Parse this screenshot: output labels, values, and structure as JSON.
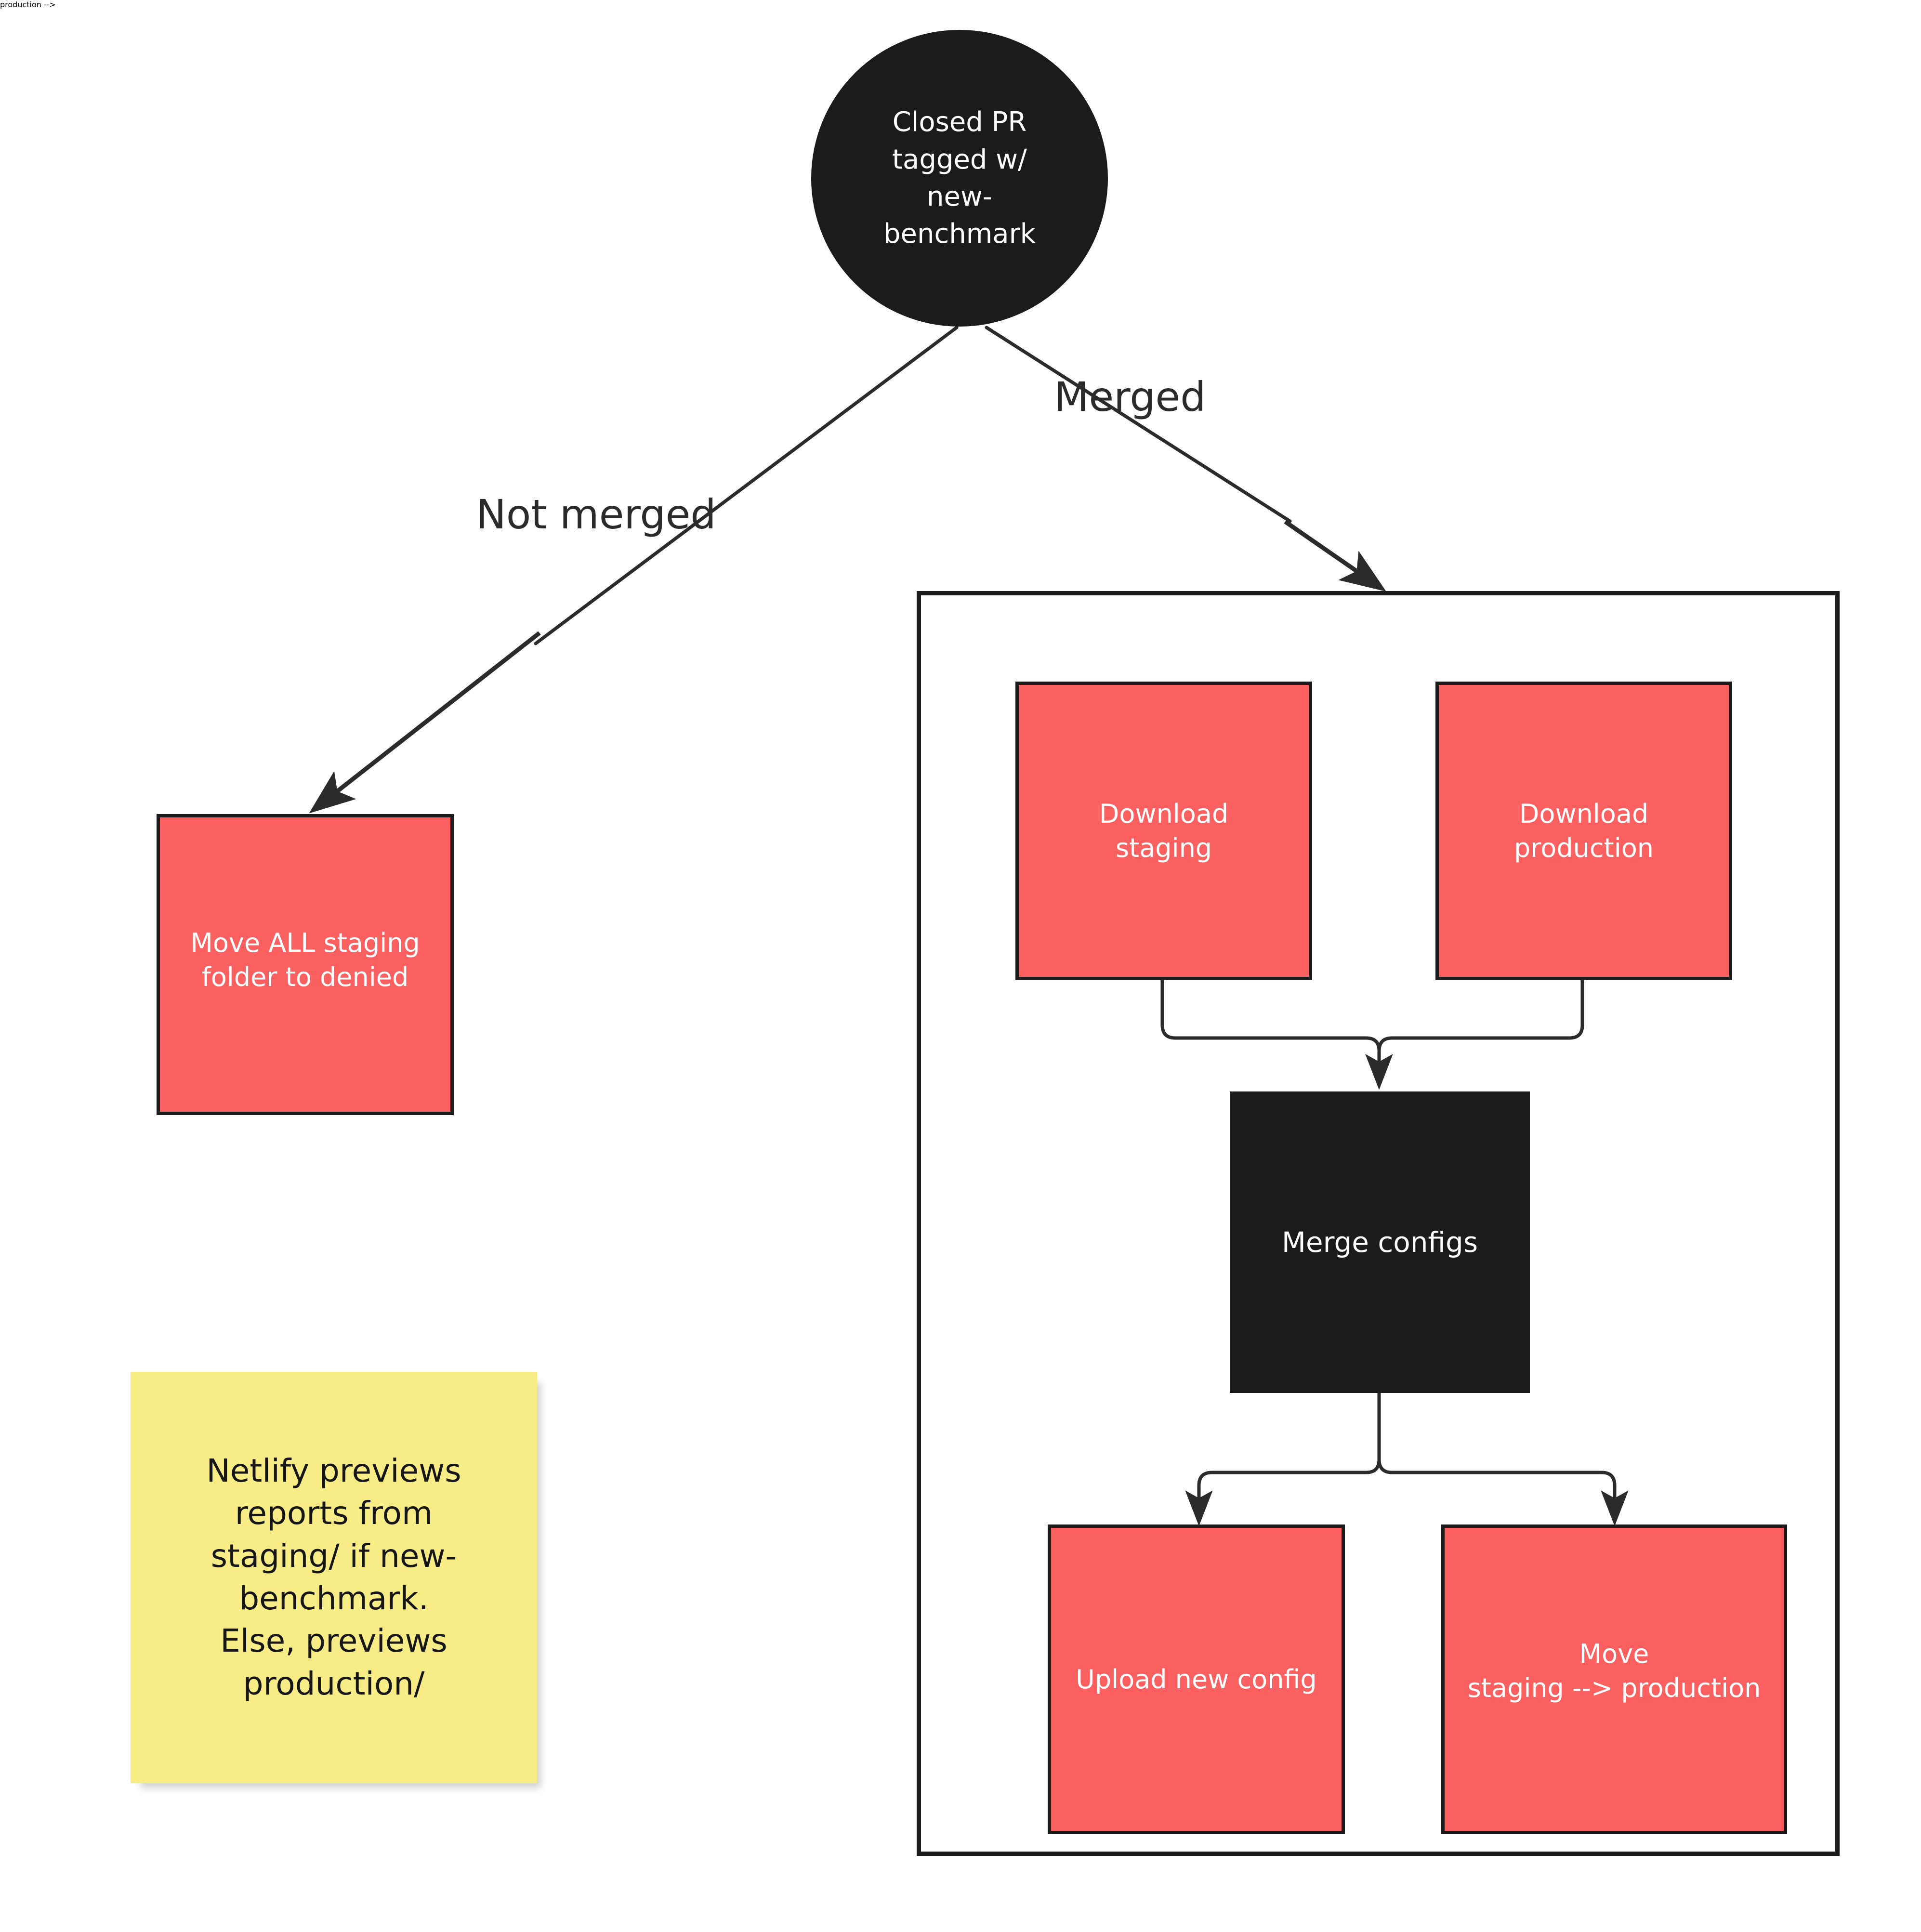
{
  "diagram": {
    "title": "Closed PR new-benchmark workflow",
    "background_color": "#ffffff",
    "colors": {
      "red_fill": "#fb6060",
      "black_fill": "#1b1b1b",
      "yellow_note": "#f7ec86",
      "stroke": "#1b1b1b",
      "text_on_dark": "#ffffff",
      "text_on_light": "#161616"
    }
  },
  "start_node": {
    "label": "Closed PR\ntagged w/\nnew-\nbenchmark",
    "shape": "circle",
    "fill": "#1b1b1b"
  },
  "edge_labels": {
    "not_merged": "Not merged",
    "merged": "Merged"
  },
  "not_merged_branch": {
    "action": {
      "label": "Move ALL staging\nfolder to denied",
      "shape": "rect",
      "fill": "#fb6060"
    }
  },
  "merged_branch": {
    "container": {
      "label": ""
    },
    "steps": [
      {
        "id": "download-staging",
        "label": "Download\nstaging",
        "fill": "#fb6060"
      },
      {
        "id": "download-production",
        "label": "Download\nproduction",
        "fill": "#fb6060"
      },
      {
        "id": "merge-configs",
        "label": "Merge configs",
        "fill": "#1b1b1b"
      },
      {
        "id": "upload-new-config",
        "label": "Upload new config",
        "fill": "#fb6060"
      },
      {
        "id": "move-staging-prod",
        "label": "Move\nstaging --> production",
        "fill": "#fb6060"
      }
    ]
  },
  "sticky_note": {
    "text": "Netlify previews\nreports from\nstaging/ if new-\nbenchmark.\nElse, previews\nproduction/",
    "fill": "#f7ec86"
  }
}
